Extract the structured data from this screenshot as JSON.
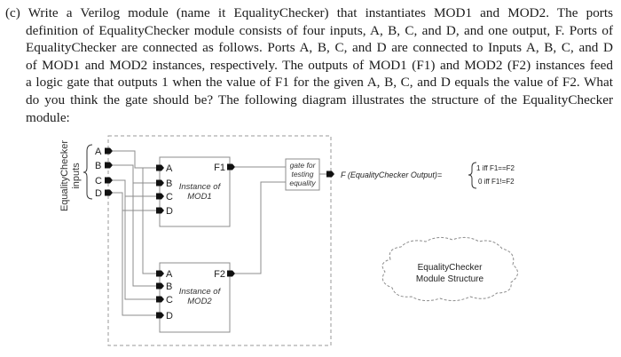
{
  "question": {
    "label": "(c)",
    "lines": [
      "Write a Verilog module (name it EqualityChecker) that instantiates MOD1 and MOD2. The ports",
      "definition of EqualityChecker module consists of four inputs, A, B, C, and D, and one output, F.  Ports of",
      "EqualityChecker are connected as follows. Ports A, B, C, and D are connected to Inputs A, B, C, and D",
      "of MOD1 and MOD2 instances, respectively. The outputs of MOD1 (F1) and MOD2 (F2) instances feed",
      "a logic gate that outputs 1 when the value of F1 for the given A, B, C, and D equals the value of F2. What",
      "do you think the gate should be? The following diagram illustrates the structure of the EqualityChecker",
      "module:"
    ]
  },
  "diagram": {
    "inputs_group_label_line1": "EqualityChecker",
    "inputs_group_label_line2": "inputs",
    "inputs": [
      "A",
      "B",
      "C",
      "D"
    ],
    "mod1": {
      "ports": [
        "A",
        "B",
        "C",
        "D"
      ],
      "output": "F1",
      "label_line1": "Instance of",
      "label_line2": "MOD1"
    },
    "mod2": {
      "ports": [
        "A",
        "B",
        "C",
        "D"
      ],
      "output": "F2",
      "label_line1": "Instance of",
      "label_line2": "MOD2"
    },
    "gate": {
      "line1": "gate for",
      "line2": "testing",
      "line3": "equality"
    },
    "output_label": "F (EqualityChecker Output)=",
    "cases": [
      "1 iff F1==F2",
      "0 iff F1!=F2"
    ],
    "cloud_line1": "EqualityChecker",
    "cloud_line2": "Module Structure"
  },
  "colors": {
    "text": "#1a1a1a",
    "wire": "#8c8c8c",
    "box": "#8c8c8c",
    "dash": "#9a9a9a",
    "port": "#111111"
  }
}
